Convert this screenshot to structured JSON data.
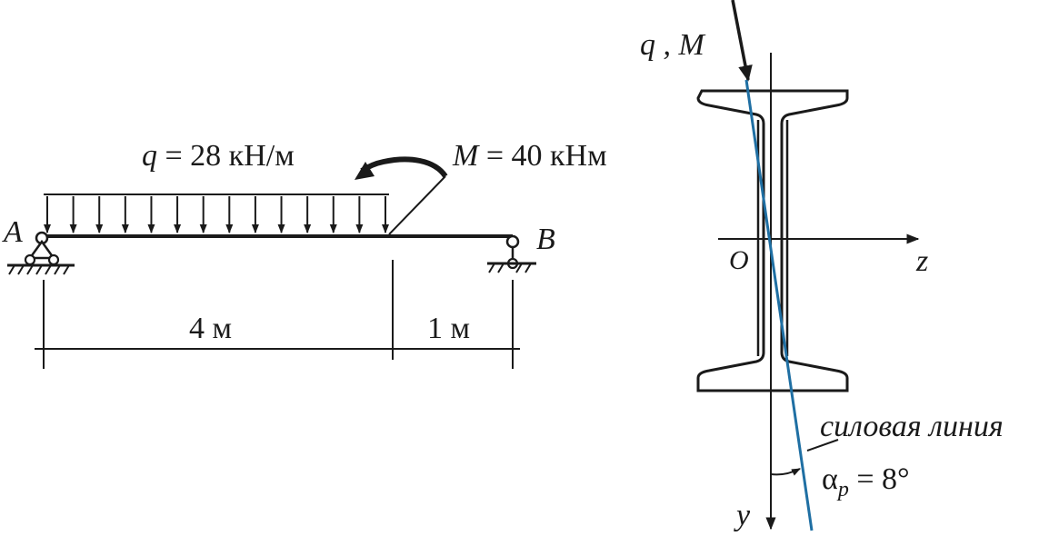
{
  "beam": {
    "q_symbol": "q",
    "q_rest": " = 28 кН/м",
    "m_symbol": "M",
    "m_rest": " = 40 кНм",
    "support_a": "A",
    "support_b": "B",
    "span_left": "4 м",
    "span_right": "1 м"
  },
  "section": {
    "load_label": "q , M",
    "origin": "O",
    "axis_z": "z",
    "axis_y": "y",
    "force_line": "силовая линия",
    "alpha_symbol": "α",
    "alpha_sub": "p",
    "alpha_value": " = 8°"
  },
  "colors": {
    "ink": "#1a1a1a",
    "force_line": "#1f6fa3"
  }
}
